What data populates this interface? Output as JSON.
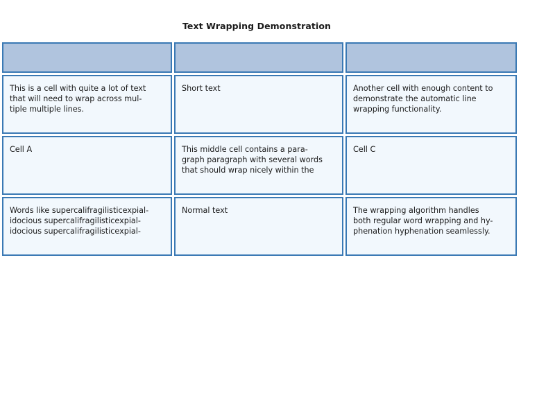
{
  "page": {
    "title": "Text Wrapping Demonstration",
    "background_color": "#ffffff"
  },
  "table": {
    "header_fill_color": "#b0c4de",
    "cell_fill_color": "#f2f8fd",
    "border_color": "#3a79b4",
    "columns": 3,
    "rows": 3,
    "headers": [
      "",
      "",
      ""
    ],
    "rows_data": [
      {
        "a": "This is a cell with quite a lot of text\nthat will need to wrap across mul-\ntiple multiple lines.",
        "b": "Short text",
        "c": "Another cell with enough content to\ndemonstrate the automatic line\nwrapping functionality."
      },
      {
        "a": "Cell A",
        "b": "This middle cell contains a para-\ngraph paragraph with several words\nthat should wrap nicely within the",
        "c": "Cell C"
      },
      {
        "a": "Words like supercalifragilisticexpial-\nidocious supercalifragilisticexpial-\nidocious supercalifragilisticexpial-",
        "b": "Normal text",
        "c": "The wrapping algorithm handles\nboth regular word wrapping and hy-\nphenation hyphenation seamlessly."
      }
    ]
  }
}
